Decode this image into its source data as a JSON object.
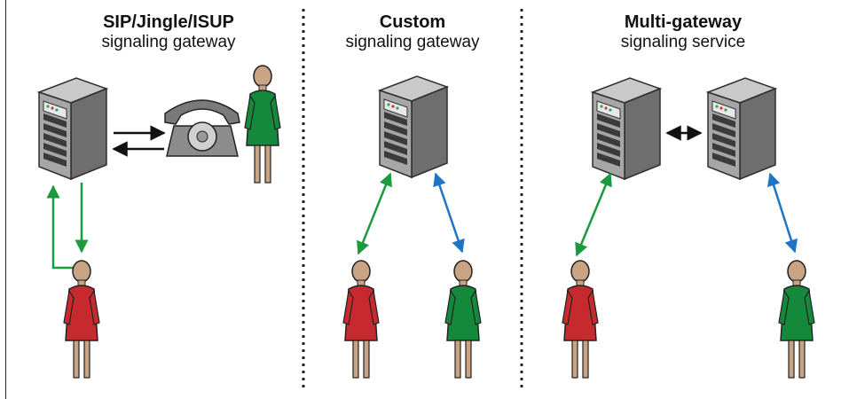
{
  "panels": [
    {
      "title": "SIP/Jingle/ISUP",
      "subtitle": "signaling gateway"
    },
    {
      "title": "Custom",
      "subtitle": "signaling gateway"
    },
    {
      "title": "Multi-gateway",
      "subtitle": "signaling service"
    }
  ],
  "colors": {
    "green_arrow": "#1b9a3e",
    "blue_arrow": "#1f75c4",
    "black_arrow": "#111111",
    "server_body": "#8f8f8f",
    "server_dark": "#3b3b3b",
    "person_red": "#c62a2e",
    "person_green": "#14893c",
    "skin": "#c8a384",
    "phone_grey": "#8c8c8c"
  },
  "icons": [
    "server-icon",
    "telephone-icon",
    "person-icon",
    "double-arrow"
  ]
}
